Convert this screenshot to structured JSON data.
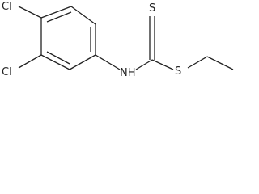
{
  "molecule": {
    "atoms": [
      {
        "label": "Cl",
        "role": "chlorine-4"
      },
      {
        "label": "Cl",
        "role": "chlorine-3"
      },
      {
        "label": "NH",
        "role": "amine-nitrogen"
      },
      {
        "label": "S",
        "role": "thione-sulfur"
      },
      {
        "label": "S",
        "role": "thioether-sulfur"
      }
    ]
  },
  "colors": {
    "bond": "#222222",
    "text": "#222222",
    "background": "#ffffff"
  }
}
